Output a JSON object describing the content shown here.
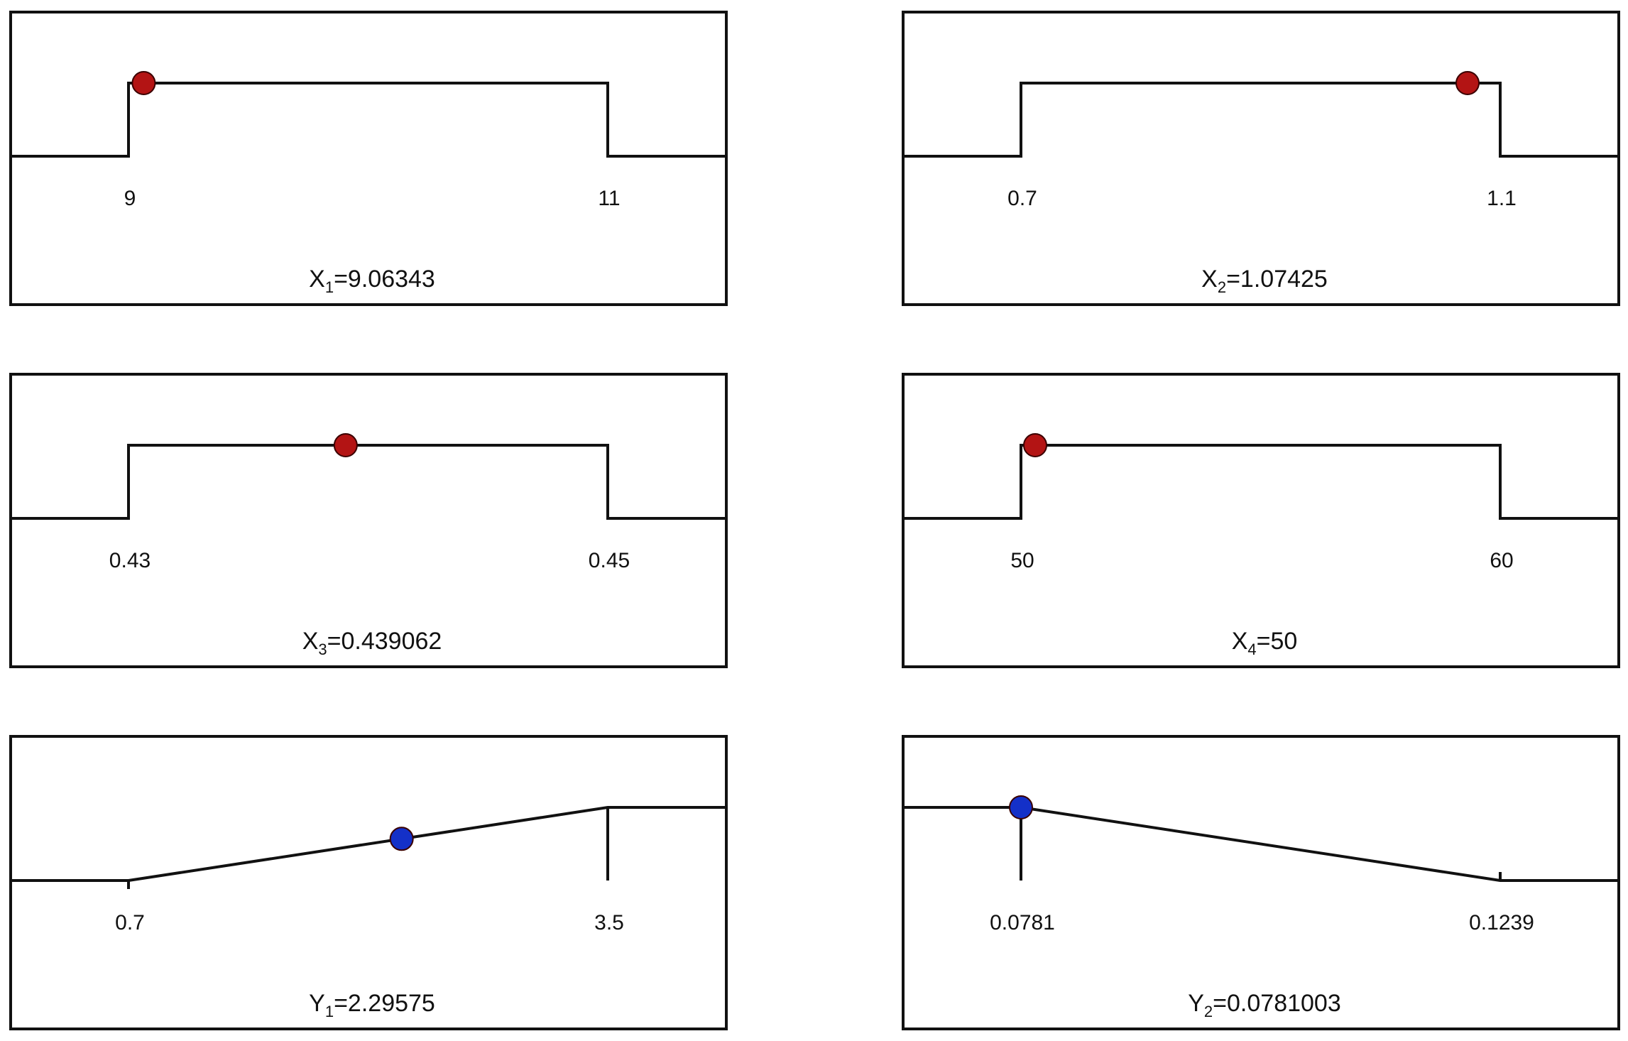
{
  "chart_data": [
    {
      "type": "desirability",
      "factor": "X",
      "sub": "1",
      "value_text": "9.06343",
      "value": 9.06343,
      "low": 9,
      "high": 11,
      "low_label": "9",
      "high_label": "11",
      "shape": "target",
      "marker_color": "#b31414"
    },
    {
      "type": "desirability",
      "factor": "X",
      "sub": "2",
      "value_text": "1.07425",
      "value": 1.07425,
      "low": 0.7,
      "high": 1.1,
      "low_label": "0.7",
      "high_label": "1.1",
      "shape": "target",
      "marker_color": "#b31414"
    },
    {
      "type": "desirability",
      "factor": "X",
      "sub": "3",
      "value_text": "0.439062",
      "value": 0.439062,
      "low": 0.43,
      "high": 0.45,
      "low_label": "0.43",
      "high_label": "0.45",
      "shape": "target",
      "marker_color": "#b31414"
    },
    {
      "type": "desirability",
      "factor": "X",
      "sub": "4",
      "value_text": "50",
      "value": 50,
      "low": 50,
      "high": 60,
      "low_label": "50",
      "high_label": "60",
      "shape": "target",
      "marker_color": "#b31414"
    },
    {
      "type": "desirability",
      "factor": "Y",
      "sub": "1",
      "value_text": "2.29575",
      "value": 2.29575,
      "low": 0.7,
      "high": 3.5,
      "low_label": "0.7",
      "high_label": "3.5",
      "shape": "maximize",
      "marker_color": "#1430c8"
    },
    {
      "type": "desirability",
      "factor": "Y",
      "sub": "2",
      "value_text": "0.0781003",
      "value": 0.0781003,
      "low": 0.0781,
      "high": 0.1239,
      "low_label": "0.0781",
      "high_label": "0.1239",
      "shape": "minimize",
      "marker_color": "#1430c8"
    }
  ]
}
